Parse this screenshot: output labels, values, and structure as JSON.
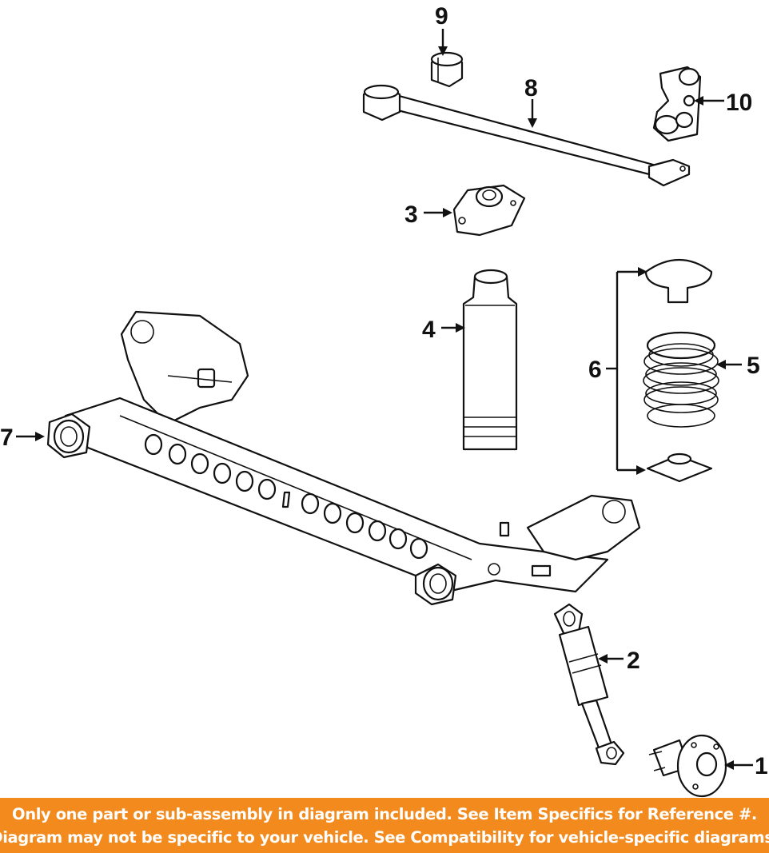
{
  "diagram": {
    "callouts": [
      "1",
      "2",
      "3",
      "4",
      "5",
      "6",
      "7",
      "8",
      "9",
      "10"
    ]
  },
  "banner": {
    "line1": "Only one part or sub-assembly in diagram included. See Item Specifics for Reference #.",
    "line2": "Diagram may not be specific to your vehicle. See Compatibility for vehicle-specific diagrams.",
    "background_color": "#f28a1d",
    "text_color": "#ffffff"
  }
}
